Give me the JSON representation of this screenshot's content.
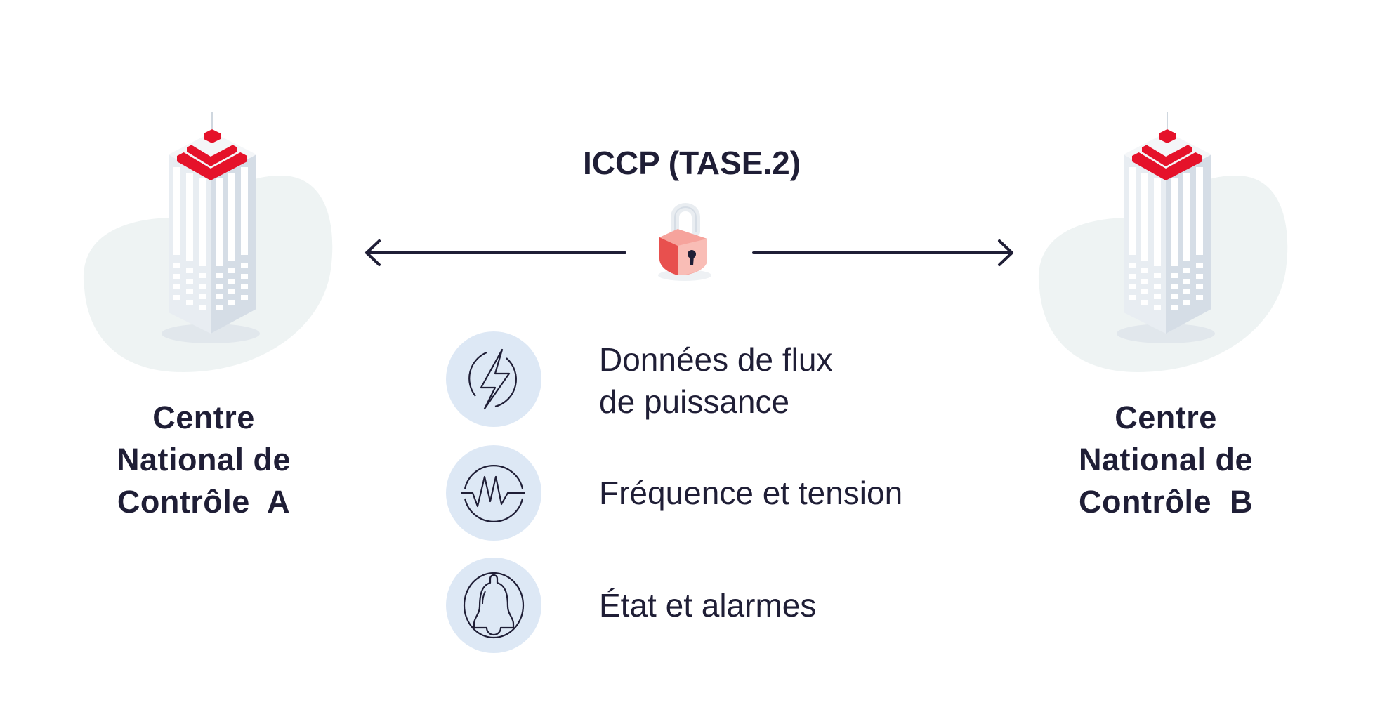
{
  "title": "ICCP (TASE.2)",
  "nodes": [
    {
      "id": "A",
      "lines": [
        "Centre",
        "National de",
        "Contrôle  A"
      ]
    },
    {
      "id": "B",
      "lines": [
        "Centre",
        "National de",
        "Contrôle  B"
      ]
    }
  ],
  "connection": {
    "direction": "bidirectional",
    "icon": "padlock-icon"
  },
  "features": [
    {
      "icon": "lightning-icon",
      "lines": [
        "Données de flux",
        "de puissance"
      ]
    },
    {
      "icon": "waveform-icon",
      "lines": [
        "Fréquence et tension"
      ]
    },
    {
      "icon": "bell-icon",
      "lines": [
        "État et alarmes"
      ]
    }
  ],
  "colors": {
    "text": "#1f1e36",
    "accent_red": "#e5122a",
    "icon_circle_bg": "#dde8f5",
    "blob_bg": "#eef3f3",
    "building": "#dfe5ec",
    "lock": "#f07b78"
  }
}
